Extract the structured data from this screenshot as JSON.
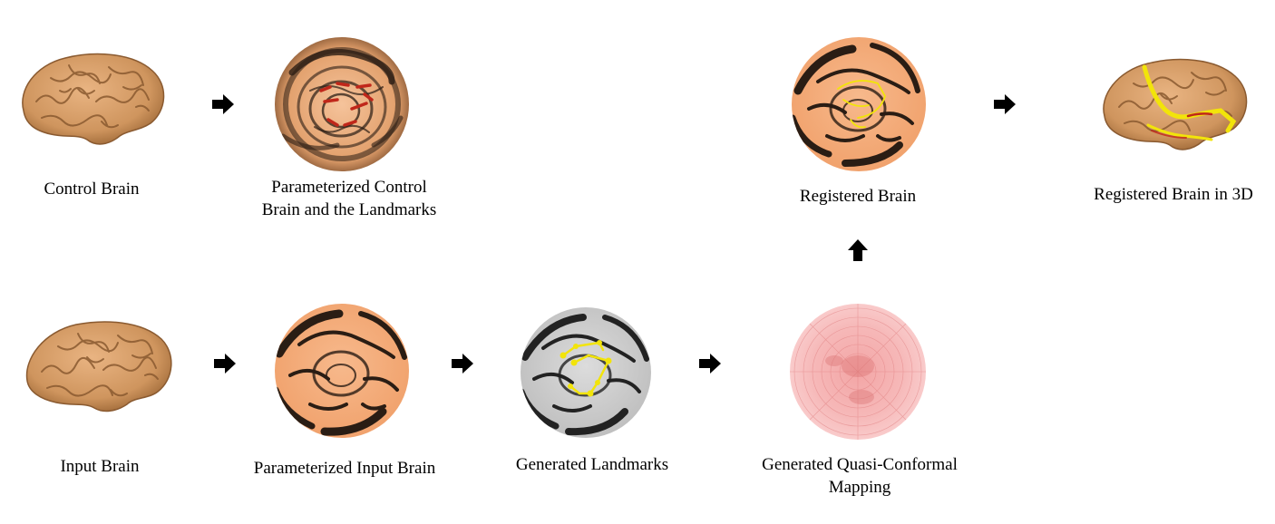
{
  "nodes": {
    "control_brain": {
      "label": "Control Brain"
    },
    "param_control": {
      "label_line1": "Parameterized Control",
      "label_line2": "Brain and the Landmarks"
    },
    "registered": {
      "label": "Registered Brain"
    },
    "registered_3d": {
      "label": "Registered Brain in 3D"
    },
    "input_brain": {
      "label": "Input Brain"
    },
    "param_input": {
      "label": "Parameterized Input Brain"
    },
    "landmarks": {
      "label": "Generated Landmarks"
    },
    "qc_map": {
      "label_line1": "Generated Quasi-Conformal",
      "label_line2": "Mapping"
    }
  },
  "colors": {
    "brain": "#d19a66",
    "brain_dark": "#8a5a30",
    "sphere_orange": "#f2a774",
    "sphere_stripe": "#2a1d14",
    "sphere_gray": "#c9c9c9",
    "qc_pink": "#f5b5b5",
    "landmark_red": "#c0271a",
    "landmark_yellow": "#f2e40a"
  }
}
